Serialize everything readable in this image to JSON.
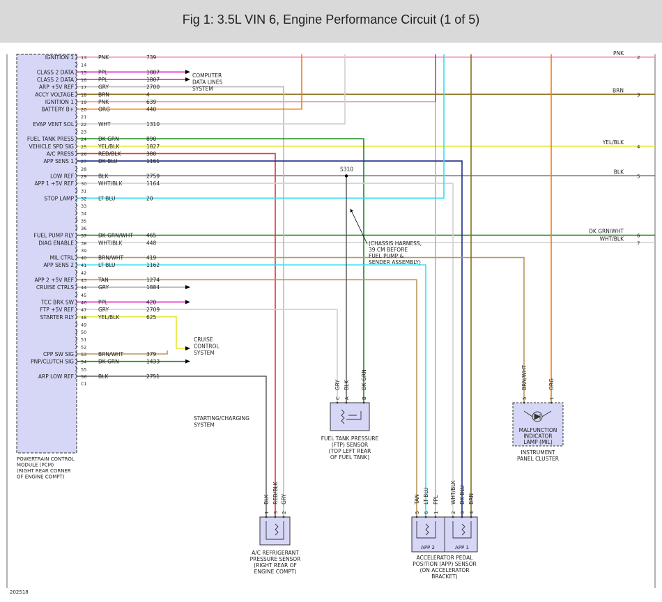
{
  "header": {
    "title": "Fig 1: 3.5L VIN 6, Engine Performance Circuit (1 of 5)"
  },
  "colors": {
    "pink": "#f291c0",
    "magenta": "#e020c8",
    "gray": "#b8b8b8",
    "brown": "#8b6d1c",
    "orange": "#f07c14",
    "white_wire": "#d0d0d0",
    "dkgrn": "#1a8a1a",
    "yellow": "#e6e630",
    "red": "#e83030",
    "dkblu": "#1a2c8c",
    "black": "#444444",
    "ltblu": "#30e0f0",
    "tan": "#b8985c",
    "module_fill": "#d6d6f6",
    "module_border": "#4a4a8a"
  },
  "pcm": {
    "pins": [
      {
        "num": "13",
        "label": "IGNITION 1",
        "color": "PNK",
        "circuit": "739"
      },
      {
        "num": "14",
        "label": "",
        "color": "",
        "circuit": ""
      },
      {
        "num": "15",
        "label": "CLASS 2 DATA",
        "color": "PPL",
        "circuit": "1807"
      },
      {
        "num": "16",
        "label": "CLASS 2 DATA",
        "color": "PPL",
        "circuit": "1807"
      },
      {
        "num": "17",
        "label": "ARP +5V REF",
        "color": "GRY",
        "circuit": "2700"
      },
      {
        "num": "18",
        "label": "ACCY VOLTAGE",
        "color": "BRN",
        "circuit": "4"
      },
      {
        "num": "19",
        "label": "IGNITION 1",
        "color": "PNK",
        "circuit": "639"
      },
      {
        "num": "20",
        "label": "BATTERY B+",
        "color": "ORG",
        "circuit": "440"
      },
      {
        "num": "21",
        "label": "",
        "color": "",
        "circuit": ""
      },
      {
        "num": "22",
        "label": "EVAP VENT SOL",
        "color": "WHT",
        "circuit": "1310"
      },
      {
        "num": "23",
        "label": "",
        "color": "",
        "circuit": ""
      },
      {
        "num": "24",
        "label": "FUEL TANK PRESS",
        "color": "DK GRN",
        "circuit": "890"
      },
      {
        "num": "25",
        "label": "VEHICLE SPD SIG",
        "color": "YEL/BLK",
        "circuit": "1827"
      },
      {
        "num": "26",
        "label": "A/C PRESS",
        "color": "RED/BLK",
        "circuit": "380"
      },
      {
        "num": "27",
        "label": "APP SENS 1",
        "color": "DK BLU",
        "circuit": "1161"
      },
      {
        "num": "28",
        "label": "",
        "color": "",
        "circuit": ""
      },
      {
        "num": "29",
        "label": "LOW REF",
        "color": "BLK",
        "circuit": "2759"
      },
      {
        "num": "30",
        "label": "APP 1 +5V REF",
        "color": "WHT/BLK",
        "circuit": "1164"
      },
      {
        "num": "31",
        "label": "",
        "color": "",
        "circuit": ""
      },
      {
        "num": "32",
        "label": "STOP LAMP",
        "color": "LT BLU",
        "circuit": "20"
      },
      {
        "num": "33",
        "label": "",
        "color": "",
        "circuit": ""
      },
      {
        "num": "34",
        "label": "",
        "color": "",
        "circuit": ""
      },
      {
        "num": "35",
        "label": "",
        "color": "",
        "circuit": ""
      },
      {
        "num": "36",
        "label": "",
        "color": "",
        "circuit": ""
      },
      {
        "num": "37",
        "label": "FUEL PUMP RLY",
        "color": "DK GRN/WHT",
        "circuit": "465"
      },
      {
        "num": "38",
        "label": "DIAG ENABLE",
        "color": "WHT/BLK",
        "circuit": "448"
      },
      {
        "num": "39",
        "label": "",
        "color": "",
        "circuit": ""
      },
      {
        "num": "40",
        "label": "MIL CTRL",
        "color": "BRN/WHT",
        "circuit": "419"
      },
      {
        "num": "41",
        "label": "APP SENS 2",
        "color": "LT BLU",
        "circuit": "1162"
      },
      {
        "num": "42",
        "label": "",
        "color": "",
        "circuit": ""
      },
      {
        "num": "43",
        "label": "APP 2 +5V REF",
        "color": "TAN",
        "circuit": "1274"
      },
      {
        "num": "44",
        "label": "CRUISE CTRLS",
        "color": "GRY",
        "circuit": "1884"
      },
      {
        "num": "45",
        "label": "",
        "color": "",
        "circuit": ""
      },
      {
        "num": "46",
        "label": "TCC BRK SW",
        "color": "PPL",
        "circuit": "420"
      },
      {
        "num": "47",
        "label": "FTP +5V REF",
        "color": "GRY",
        "circuit": "2709"
      },
      {
        "num": "48",
        "label": "STARTER RLY",
        "color": "YEL/BLK",
        "circuit": "625"
      },
      {
        "num": "49",
        "label": "",
        "color": "",
        "circuit": ""
      },
      {
        "num": "50",
        "label": "",
        "color": "",
        "circuit": ""
      },
      {
        "num": "51",
        "label": "",
        "color": "",
        "circuit": ""
      },
      {
        "num": "52",
        "label": "",
        "color": "",
        "circuit": ""
      },
      {
        "num": "53",
        "label": "CPP SW SIG",
        "color": "BRN/WHT",
        "circuit": "379"
      },
      {
        "num": "54",
        "label": "PNP/CLUTCH SIG",
        "color": "DK GRN",
        "circuit": "1433"
      },
      {
        "num": "55",
        "label": "",
        "color": "",
        "circuit": ""
      },
      {
        "num": "56",
        "label": "ARP LOW REF",
        "color": "BLK",
        "circuit": "2751"
      }
    ],
    "connector": "C1",
    "caption": [
      "POWERTRAIN CONTROL",
      "MODULE (PCM)",
      "(RIGHT REAR CORNER",
      "OF ENGINE COMPT)"
    ]
  },
  "right_edge": [
    {
      "color": "PNK",
      "num": "2"
    },
    {
      "color": "BRN",
      "num": "3"
    },
    {
      "color": "YEL/BLK",
      "num": "4"
    },
    {
      "color": "BLK",
      "num": "5"
    },
    {
      "color": "DK GRN/WHT",
      "num": "6"
    },
    {
      "color": "WHT/BLK",
      "num": "7"
    }
  ],
  "computer_data": [
    "COMPUTER",
    "DATA LINES",
    "SYSTEM"
  ],
  "cruise_control": [
    "CRUISE",
    "CONTROL",
    "SYSTEM"
  ],
  "starting_charging": [
    "STARTING/CHARGING",
    "SYSTEM"
  ],
  "splice": {
    "label": "S310",
    "note": [
      "(CHASSIS HARNESS,",
      "39 CM BEFORE",
      "FUEL PUMP &",
      "SENDER ASSEMBLY)"
    ]
  },
  "ftp_sensor": {
    "pins": [
      {
        "letter": "C",
        "color": "GRY"
      },
      {
        "letter": "A",
        "color": "BLK"
      },
      {
        "letter": "B",
        "color": "DK GRN"
      }
    ],
    "caption": [
      "FUEL TANK PRESSURE",
      "(FTP) SENSOR",
      "(TOP LEFT REAR",
      "OF FUEL TANK)"
    ]
  },
  "mil": {
    "pins": [
      {
        "num": "5",
        "color": "BRN/WHT"
      },
      {
        "num": "1",
        "color": "ORG"
      }
    ],
    "lamp_label": [
      "MALFUNCTION",
      "INDICATOR",
      "LAMP (MIL)"
    ],
    "caption": [
      "INSTRUMENT",
      "PANEL CLUSTER"
    ]
  },
  "ac_sensor": {
    "pins": [
      {
        "num": "1",
        "color": "BLK"
      },
      {
        "num": "3",
        "color": "RED/BLK"
      },
      {
        "num": "2",
        "color": "GRY"
      }
    ],
    "caption": [
      "A/C REFRIGERANT",
      "PRESSURE SENSOR",
      "(RIGHT REAR OF",
      "ENGINE COMPT)"
    ]
  },
  "app_sensor": {
    "pins": [
      {
        "num": "5",
        "color": "TAN"
      },
      {
        "num": "6",
        "color": "LT BLU"
      },
      {
        "num": "1",
        "color": "PPL"
      },
      {
        "num": "2",
        "color": "WHT/BLK"
      },
      {
        "num": "3",
        "color": "DK BLU"
      },
      {
        "num": "4",
        "color": "BRN"
      }
    ],
    "sub_labels": [
      "APP 2",
      "APP 1"
    ],
    "caption": [
      "ACCELERATOR PEDAL",
      "POSITION (APP) SENSOR",
      "(ON ACCELERATOR",
      "BRACKET)"
    ]
  },
  "figure_id": "202518"
}
